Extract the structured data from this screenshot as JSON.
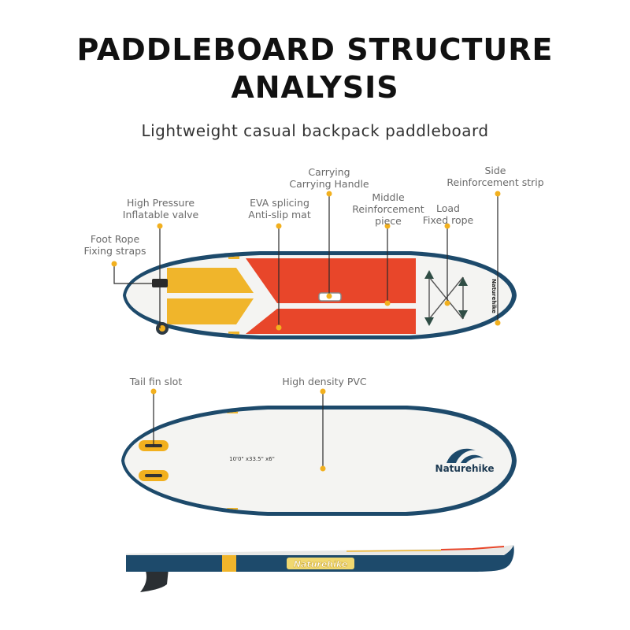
{
  "title_line1": "PADDLEBOARD STRUCTURE",
  "title_line2": "ANALYSIS",
  "subtitle": "Lightweight casual backpack paddleboard",
  "labels": {
    "carrying_1": "Carrying",
    "carrying_2": "Carrying Handle",
    "side_1": "Side",
    "side_2": "Reinforcement strip",
    "valve_1": "High Pressure",
    "valve_2": "Inflatable valve",
    "eva_1": "EVA splicing",
    "eva_2": "Anti-slip mat",
    "middle_1": "Middle",
    "middle_2": "Reinforcement",
    "middle_3": "piece",
    "load_1": "Load",
    "load_2": "Fixed rope",
    "foot_1": "Foot Rope",
    "foot_2": "Fixing straps",
    "tailfin": "Tail fin slot",
    "pvc": "High density PVC"
  },
  "brand": "Naturehike",
  "board_size": "10'0\" x33.5\" x6\"",
  "colors": {
    "navy": "#1d4a6b",
    "yellow": "#f0b52b",
    "orange_red": "#e8462a",
    "board_white": "#f4f4f2",
    "marker": "#f2b01e"
  }
}
